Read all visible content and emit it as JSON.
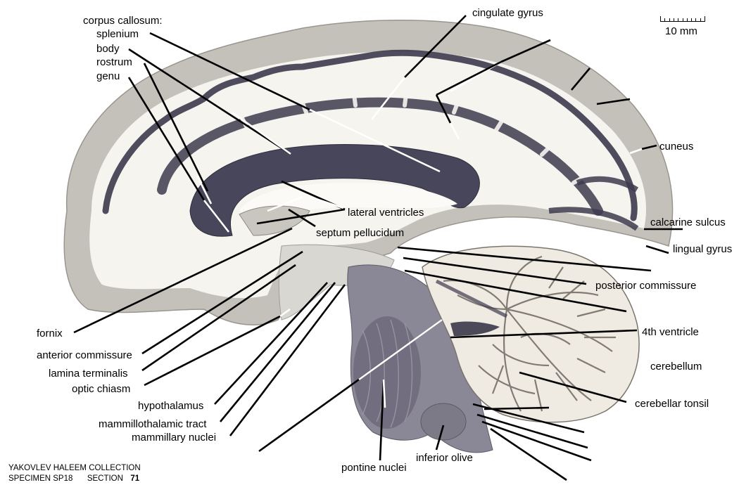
{
  "labels": {
    "corpus_callosum": "corpus callosum:",
    "splenium": "splenium",
    "body": "body",
    "rostrum": "rostrum",
    "genu": "genu",
    "cingulate_gyrus": "cingulate gyrus",
    "cuneus": "cuneus",
    "lateral_ventricles": "lateral ventricles",
    "septum_pellucidum": "septum pellucidum",
    "calcarine_sulcus": "calcarine sulcus",
    "lingual_gyrus": "lingual gyrus",
    "posterior_commissure": "posterior commissure",
    "fourth_ventricle": "4th ventricle",
    "cerebellum": "cerebellum",
    "cerebellar_tonsil": "cerebellar tonsil",
    "fornix": "fornix",
    "anterior_commissure": "anterior commissure",
    "lamina_terminalis": "lamina terminalis",
    "optic_chiasm": "optic chiasm",
    "hypothalamus": "hypothalamus",
    "mammillothalamic_tract": "mammillothalamic tract",
    "mammillary_nuclei": "mammillary nuclei",
    "pontine_nuclei": "pontine nuclei",
    "inferior_olive": "inferior olive"
  },
  "scale_bar": {
    "label": "10 mm"
  },
  "footer": {
    "collection": "YAKOVLEV HALEEM COLLECTION",
    "specimen": "SPECIMEN SP18",
    "section_label": "SECTION",
    "section_number": "71"
  },
  "colors": {
    "white_matter": "#fbfaf7",
    "gray_matter": "#b5b2ab",
    "dark_tract": "#3d3b4d",
    "cerebellum_cortex": "#77706a",
    "brainstem": "#7a7785",
    "leader_black": "#000000",
    "leader_white": "#ffffff"
  }
}
